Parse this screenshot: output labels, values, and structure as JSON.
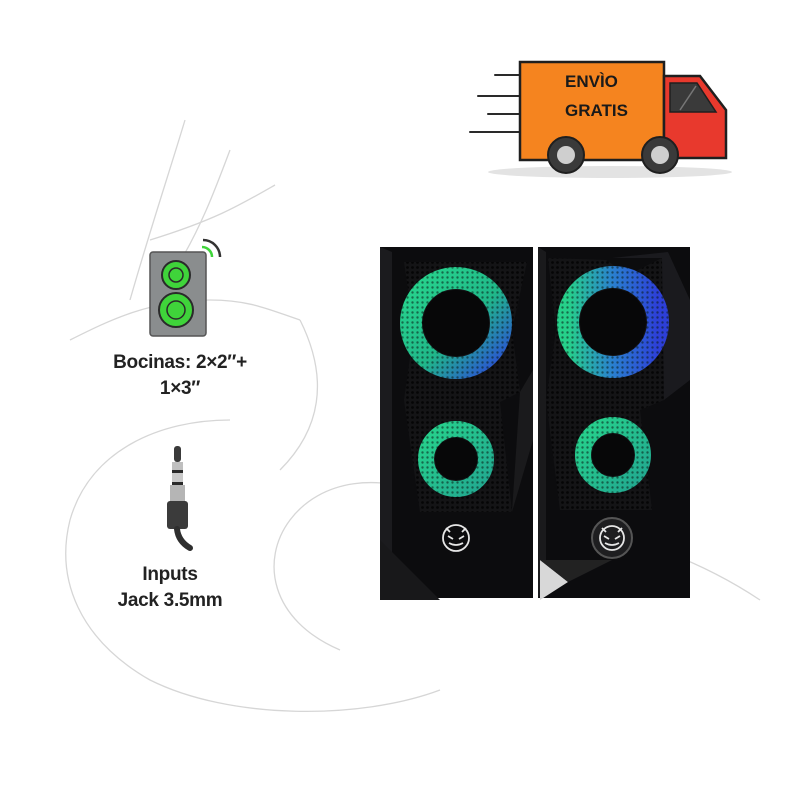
{
  "badge": {
    "line1": "ENVÌO",
    "line2": "GRATIS",
    "truck_color": "#f5841f",
    "cab_color": "#e8392d"
  },
  "features": {
    "speakers": {
      "icon": "speaker-icon",
      "line1": "Bocinas: 2×2″+",
      "line2": "1×3″"
    },
    "jack": {
      "icon": "audio-jack-icon",
      "line1": "Inputs",
      "line2": "Jack 3.5mm"
    }
  },
  "colors": {
    "speaker_body": "#0c0c0e",
    "ring_green": "#25d089",
    "ring_blue": "#2b4bd8",
    "icon_green": "#3fd43a"
  }
}
